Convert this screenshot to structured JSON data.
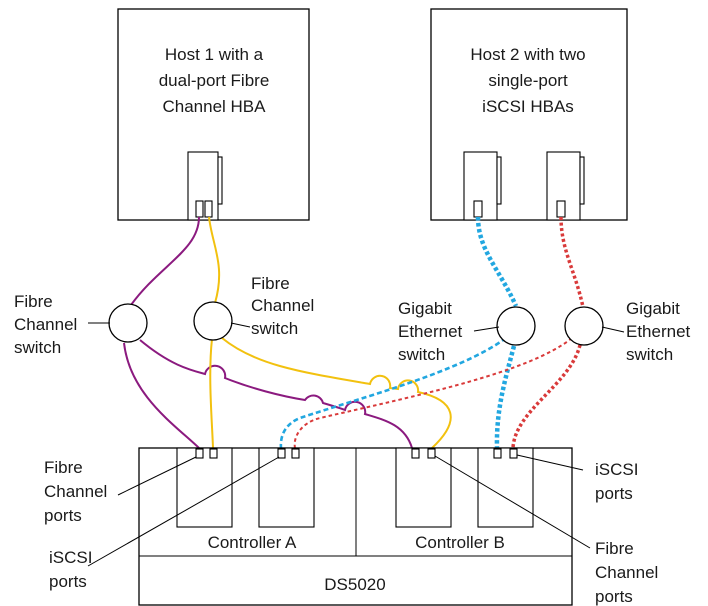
{
  "colors": {
    "fibre_channel_path_1": "#8b1a7f",
    "fibre_channel_path_2": "#f2c10f",
    "iscsi_path_1": "#22a7e0",
    "iscsi_path_2": "#d93a3a"
  },
  "host1": {
    "lines": [
      "Host 1 with a",
      "dual-port Fibre",
      "Channel HBA"
    ]
  },
  "host2": {
    "lines": [
      "Host 2 with two",
      "single-port",
      "iSCSI HBAs"
    ]
  },
  "switches": {
    "fc_left": [
      "Fibre",
      "Channel",
      "switch"
    ],
    "fc_right": [
      "Fibre",
      "Channel",
      "switch"
    ],
    "ge_left": [
      "Gigabit",
      "Ethernet",
      "switch"
    ],
    "ge_right": [
      "Gigabit",
      "Ethernet",
      "switch"
    ]
  },
  "storage": {
    "controller_a": "Controller A",
    "controller_b": "Controller B",
    "name": "DS5020"
  },
  "callouts": {
    "fc_ports_left": [
      "Fibre",
      "Channel",
      "ports"
    ],
    "iscsi_ports_left": [
      "iSCSI",
      "ports"
    ],
    "iscsi_ports_right": [
      "iSCSI",
      "ports"
    ],
    "fc_ports_right": [
      "Fibre",
      "Channel",
      "ports"
    ]
  }
}
